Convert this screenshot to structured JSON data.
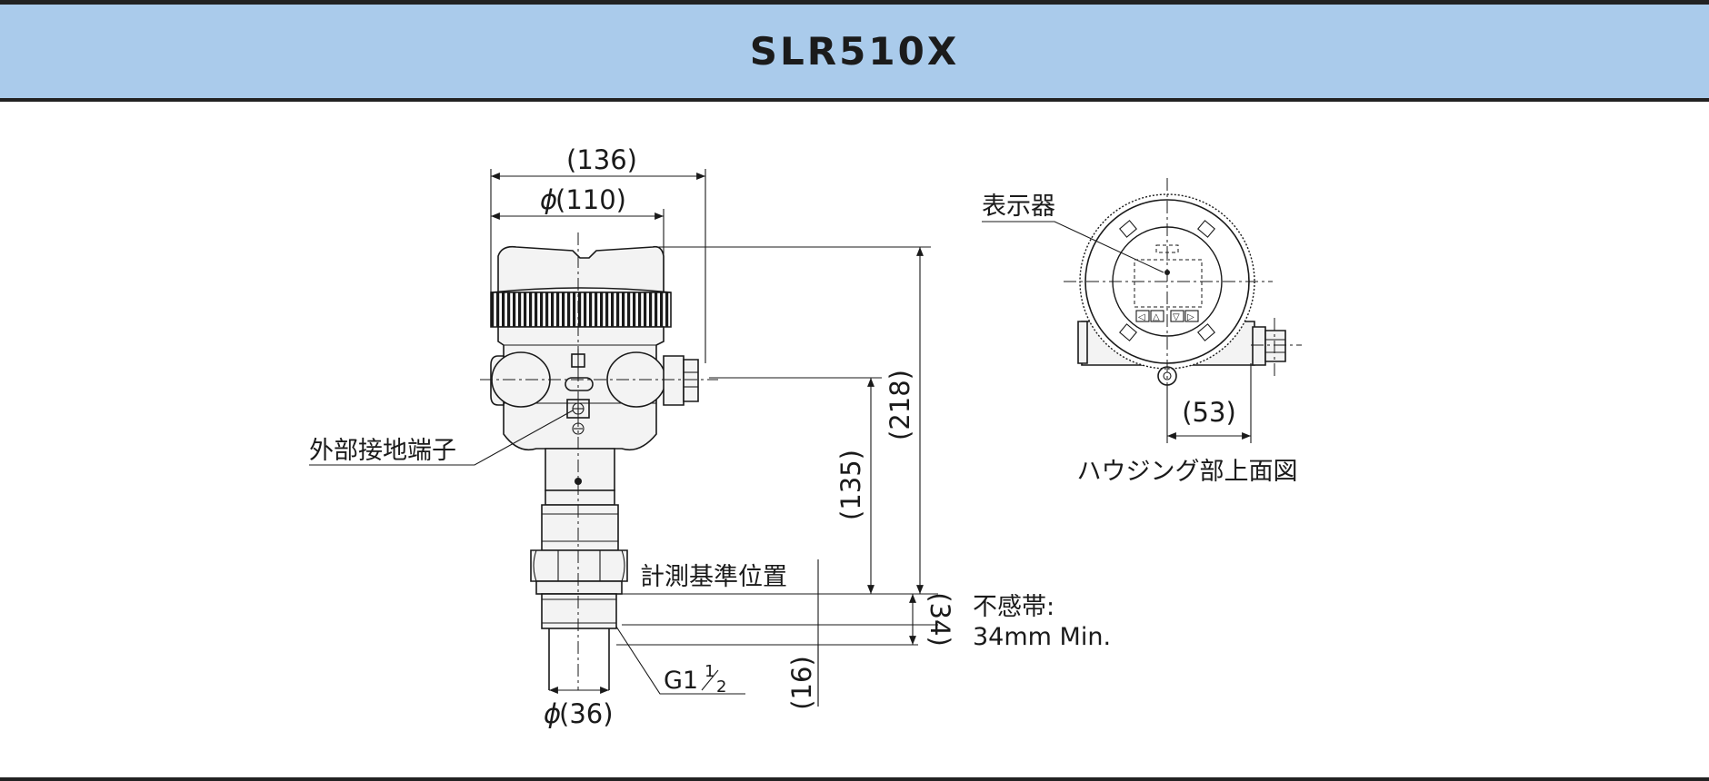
{
  "title": "SLR510X",
  "dimensions": {
    "width_overall": "(136)",
    "width_cover": "(110)",
    "height_total": "(218)",
    "height_to_datum": "(135)",
    "dead_zone": "(34)",
    "thread_length": "(16)",
    "nozzle_dia": "(36)",
    "cable_offset": "(53)"
  },
  "labels": {
    "external_ground": "外部接地端子",
    "measurement_datum": "計測基準位置",
    "dead_band_line1": "不感帯:",
    "dead_band_line2": "34mm Min.",
    "thread_prefix": "G1",
    "thread_num": "1",
    "thread_den": "2",
    "display": "表示器",
    "housing_top_view": "ハウジング部上面図",
    "phi": "ϕ"
  },
  "icons": [
    "phi-symbol",
    "ground-terminal-icon",
    "arrow-left-icon",
    "arrow-up-icon",
    "arrow-down-icon",
    "arrow-right-icon"
  ]
}
